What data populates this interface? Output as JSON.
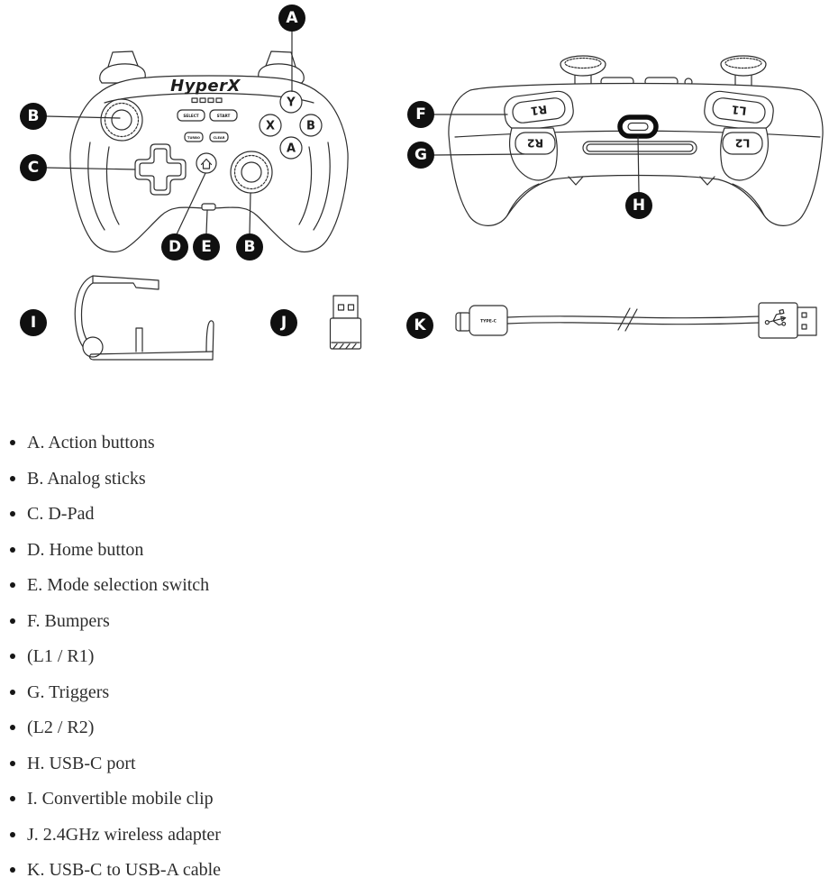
{
  "diagram": {
    "badges": [
      "A",
      "B",
      "C",
      "D",
      "E",
      "B",
      "F",
      "G",
      "H",
      "I",
      "J",
      "K"
    ],
    "front": {
      "logo": "HyperX",
      "action_buttons": [
        "Y",
        "X",
        "B",
        "A"
      ],
      "select_label": "SELECT",
      "start_label": "START",
      "turbo_label": "TURBO",
      "clear_label": "CLEAR"
    },
    "back": {
      "bumpers": [
        "R1",
        "L1"
      ],
      "triggers": [
        "R2",
        "L2"
      ]
    },
    "cable": {
      "connector_label": "TYPE-C"
    }
  },
  "legend": {
    "items": [
      "A. Action buttons",
      "B. Analog sticks",
      "C. D-Pad",
      "D. Home button",
      "E. Mode selection switch",
      "F. Bumpers",
      "(L1 / R1)",
      "G. Triggers",
      "(L2 / R2)",
      "H. USB-C port",
      "I. Convertible mobile clip",
      "J. 2.4GHz wireless adapter",
      "K. USB-C to USB-A cable"
    ]
  },
  "colors": {
    "badge_bg": "#101010",
    "line_art": "#2e2e2e",
    "legend_text": "#2d2d2d"
  }
}
